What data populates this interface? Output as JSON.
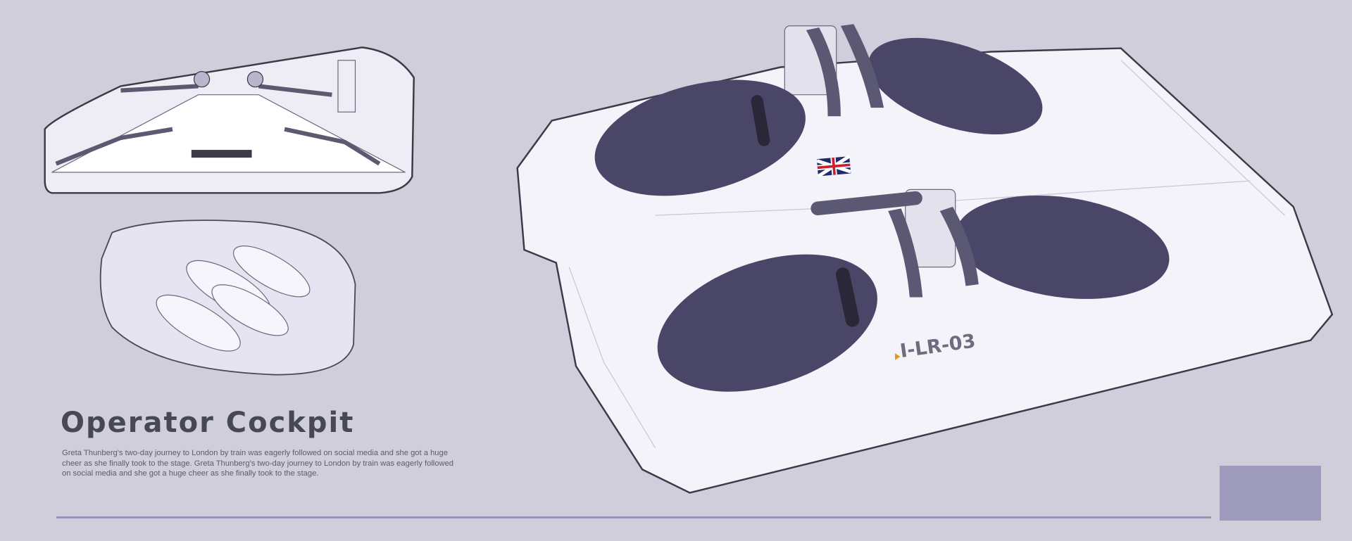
{
  "title": "Operator Cockpit",
  "description": "Greta Thunberg's two-day journey to London by train was eagerly followed on social media and she got a huge cheer as she finally took to the stage. Greta Thunberg's two-day journey to London by train was eagerly followed on social media and she got a huge cheer as she finally took to the stage.",
  "vehicle_label": "I-LR-03",
  "colors": {
    "background": "#cfceda",
    "seat": "#4a4668",
    "platform": "#f4f3fa",
    "accent_swatch": "#9d9abc",
    "rule": "#9896b4",
    "label_marker": "#e8961c"
  }
}
